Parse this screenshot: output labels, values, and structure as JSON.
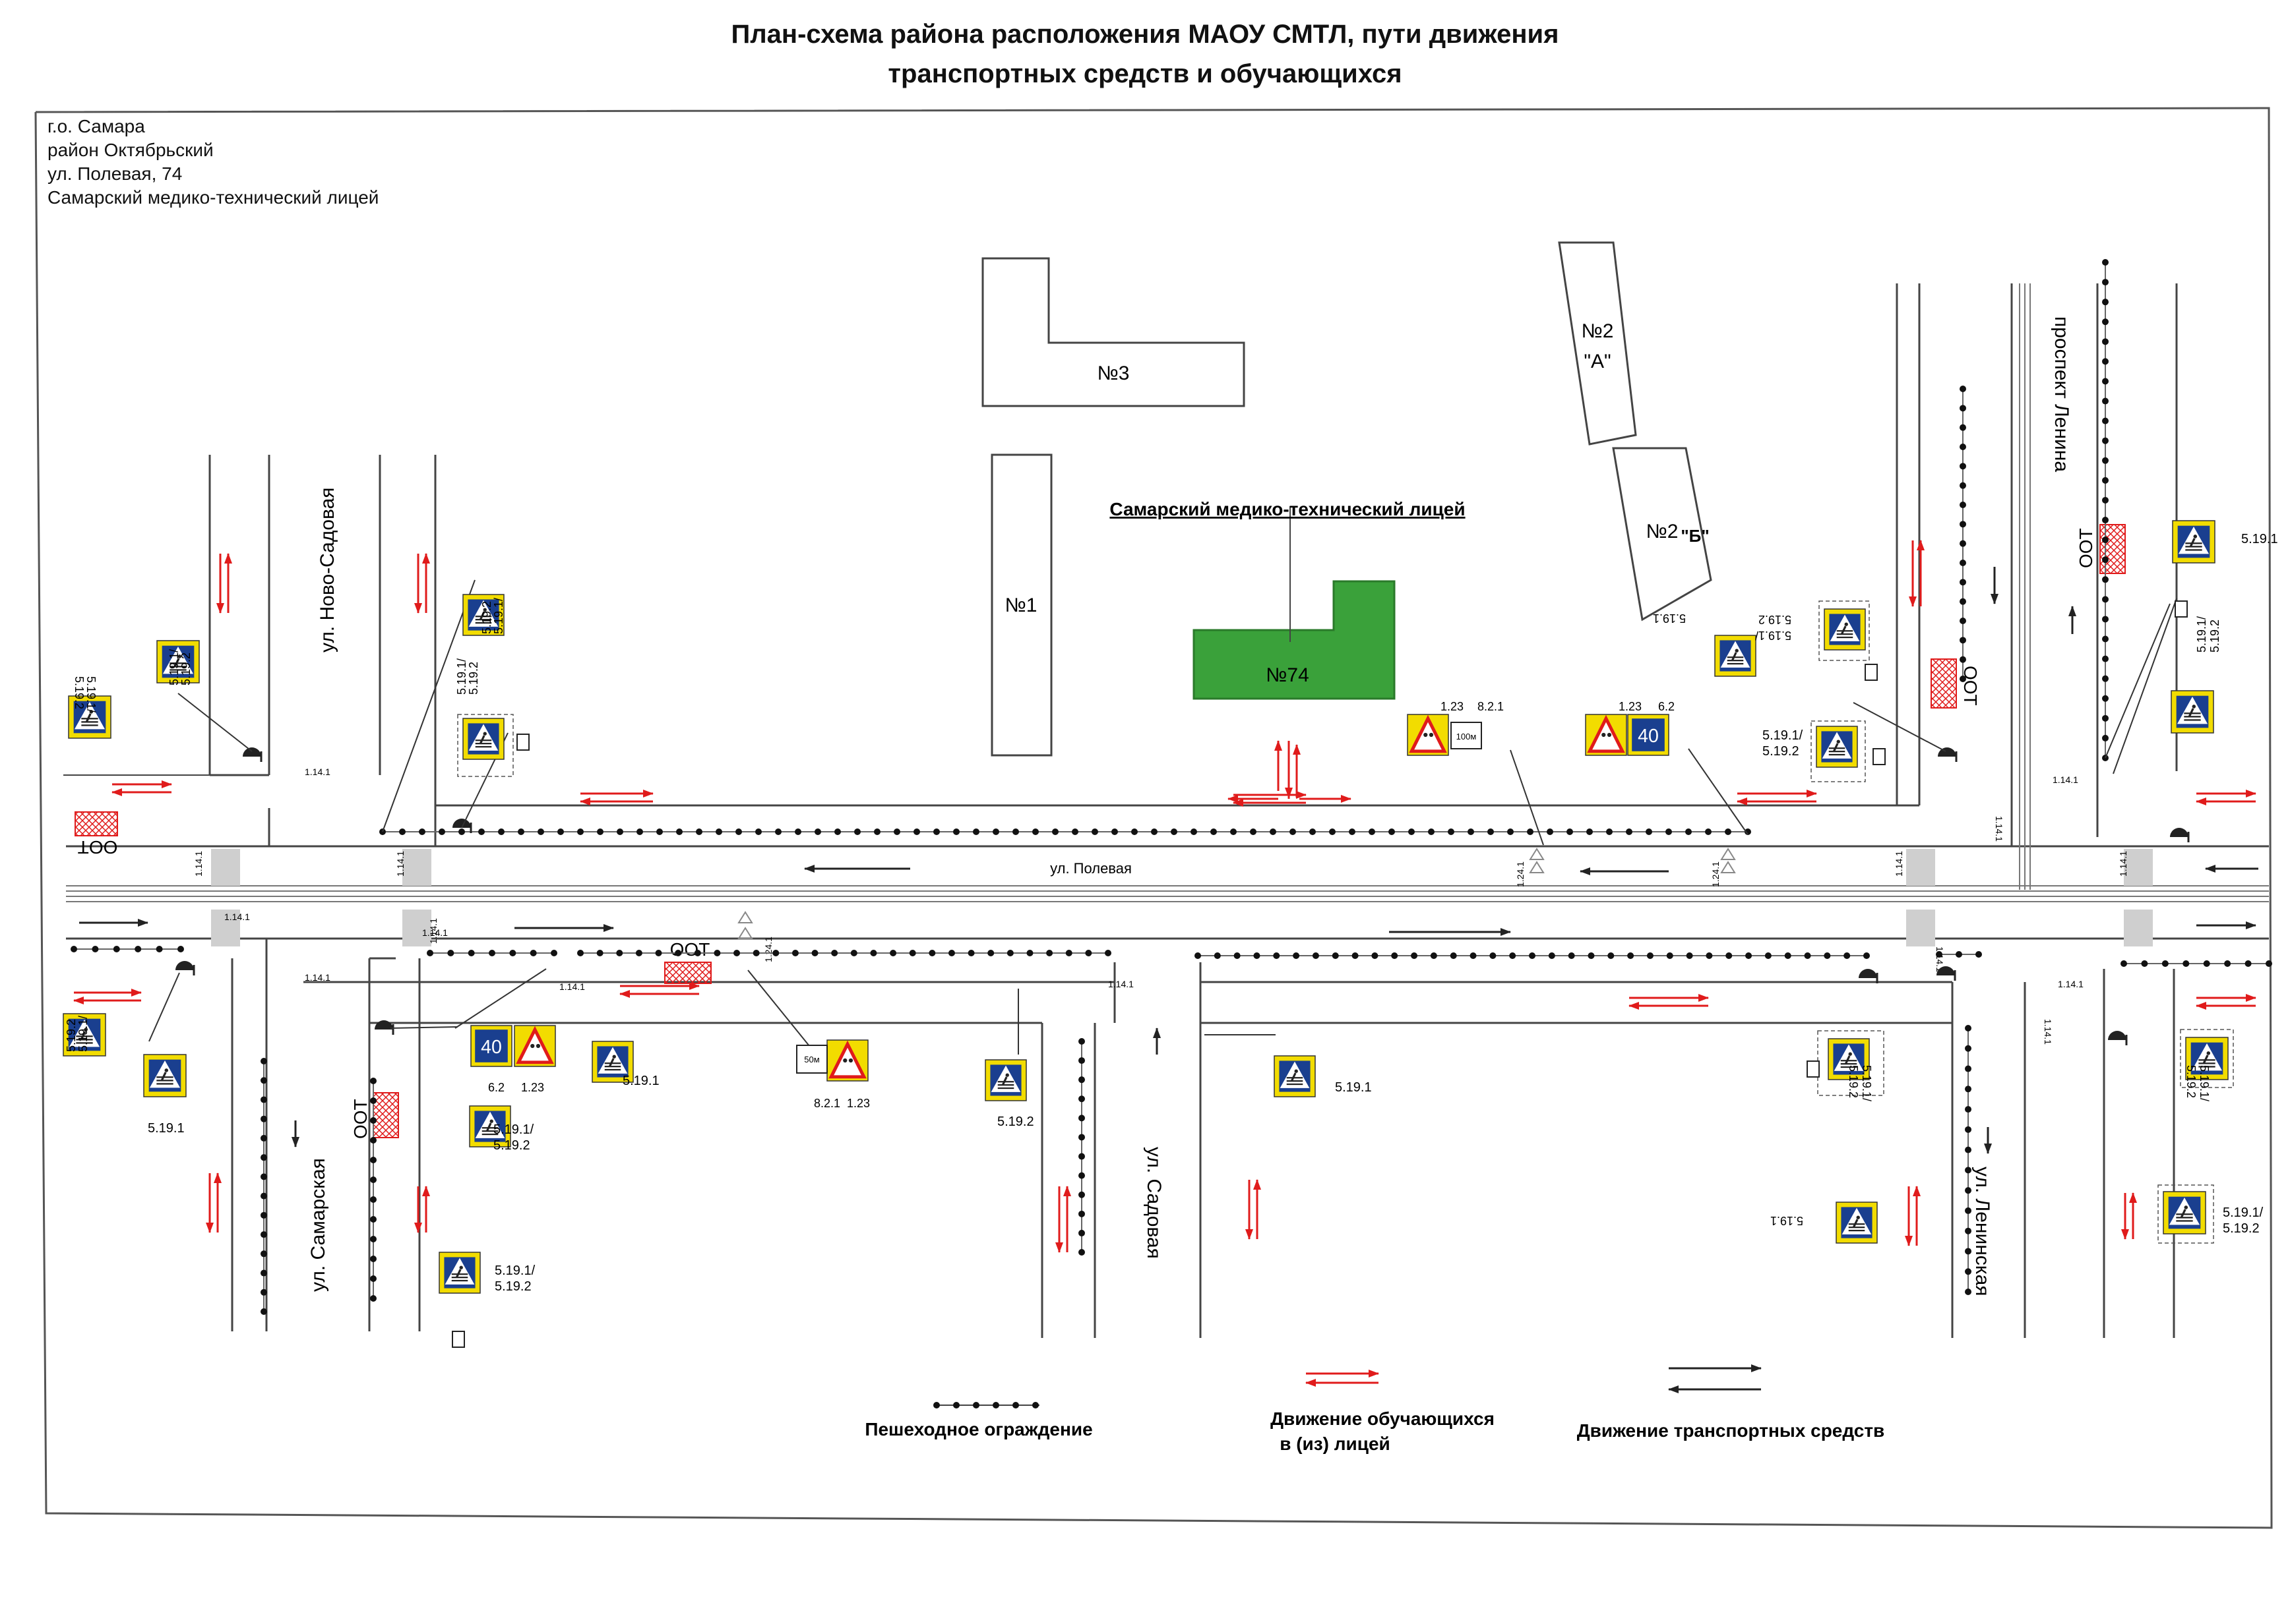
{
  "title": {
    "line1": "План-схема района расположения МАОУ СМТЛ, пути движения",
    "line2": "транспортных средств и обучающихся"
  },
  "address": [
    "г.о. Самара",
    "район Октябрьский",
    "ул. Полевая, 74",
    "Самарский медико-технический лицей"
  ],
  "buildings": {
    "b3": "№3",
    "b2a_num": "№2",
    "b2a_letter": "\"А\"",
    "b2b_num": "№2",
    "b2b_letter": "\"Б\"",
    "b1": "№1",
    "school": "№74",
    "school_label": "Самарский медико-технический лицей"
  },
  "streets": {
    "polevaya": "ул. Полевая",
    "novo_sadovaya": "ул. Ново-Садовая",
    "samarskaya": "ул. Самарская",
    "sadovaya": "ул. Садовая",
    "leninskaya": "ул. Ленинская",
    "prospekt_lenina": "проспект Ленина"
  },
  "stop_label": "ООТ",
  "marking_labels": {
    "crosswalk": "1.14.1",
    "hatch": "1.24.1"
  },
  "sign_codes": {
    "s5191": "5.19.1",
    "s5192": "5.19.2",
    "s5191_pair": "5.19.1/",
    "s123": "1.23",
    "s821": "8.2.1",
    "s62": "6.2",
    "plate_100": "100м",
    "plate_50": "50м",
    "speed": "40"
  },
  "legend": {
    "fence": "Пешеходное ограждение",
    "students_line1": "Движение обучающихся",
    "students_line2": "в (из) лицей",
    "vehicles": "Движение транспортных средств"
  },
  "colors": {
    "school_fill": "#3aa13a",
    "sign_blue": "#1a3f8f",
    "sign_yellow": "#f2dc00",
    "warning_red": "#e01b1b",
    "student_arrow": "#e01b1b",
    "road_line": "#555555"
  }
}
